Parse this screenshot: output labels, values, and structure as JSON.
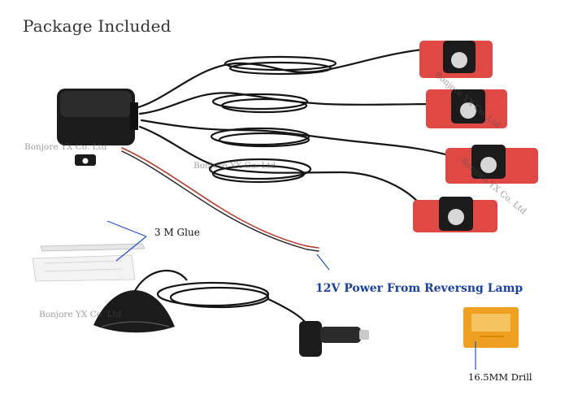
{
  "header": {
    "title": "Package Included"
  },
  "callouts": {
    "glue": "3 M Glue",
    "power": "12V Power From Reversng Lamp",
    "drill": "16.5MM Drill"
  },
  "watermark": "Bonjore YX Co. Ltd",
  "colors": {
    "title": "#333333",
    "power_label": "#1a3fa8",
    "callout_line": "#1f4fd8",
    "sensor_pad": "#e04844",
    "device_body": "#1b1b1b",
    "drill_box": "#f0a020",
    "red_wire": "#c0392b"
  },
  "items": [
    {
      "name": "control-box-icon"
    },
    {
      "name": "parking-sensor-icon"
    },
    {
      "name": "display-unit-icon"
    },
    {
      "name": "car-charger-plug-icon"
    },
    {
      "name": "glue-strip-icon"
    },
    {
      "name": "hole-saw-drill-box-icon"
    }
  ]
}
